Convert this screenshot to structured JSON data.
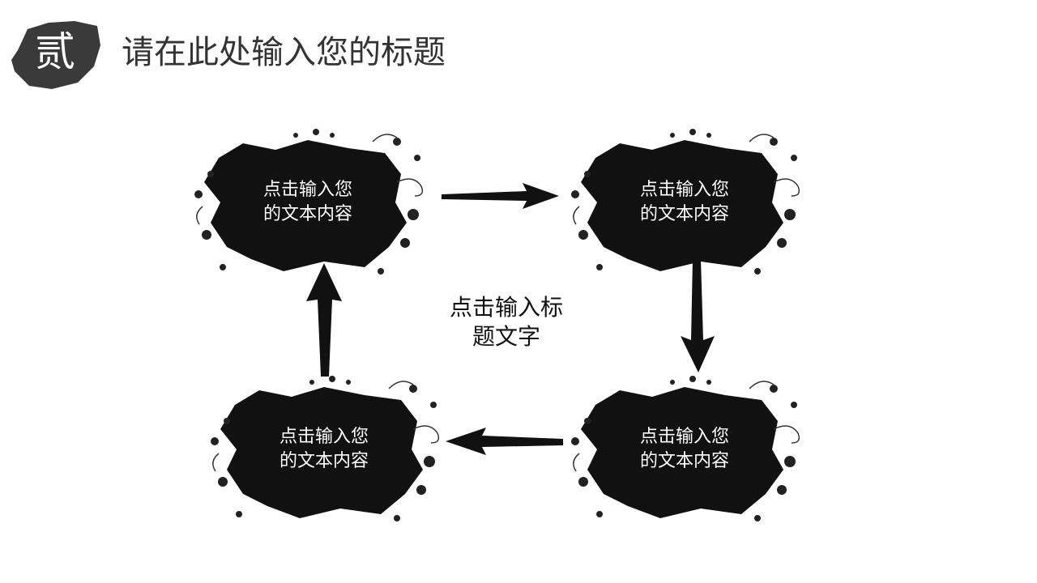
{
  "header": {
    "section_badge": "贰",
    "title": "请在此处输入您的标题"
  },
  "diagram": {
    "center": {
      "line1": "点击输入标",
      "line2": "题文字"
    },
    "nodes": [
      {
        "line1": "点击输入您",
        "line2": "的文本内容"
      },
      {
        "line1": "点击输入您",
        "line2": "的文本内容"
      },
      {
        "line1": "点击输入您",
        "line2": "的文本内容"
      },
      {
        "line1": "点击输入您",
        "line2": "的文本内容"
      }
    ]
  },
  "colors": {
    "ink": "#111111",
    "badge": "#3a3a3a",
    "title": "#333333"
  }
}
